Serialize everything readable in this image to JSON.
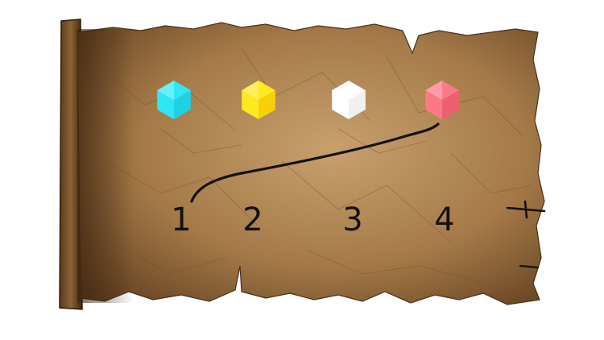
{
  "puzzle": {
    "gems": [
      {
        "color_name": "cyan",
        "fill": "#2fe6f4",
        "shade": "#19c7dc",
        "highlight": "#8ff7ff"
      },
      {
        "color_name": "yellow",
        "fill": "#ffe81f",
        "shade": "#f2c600",
        "highlight": "#fff48a"
      },
      {
        "color_name": "white",
        "fill": "#ffffff",
        "shade": "#e9e9e9",
        "highlight": "#ffffff"
      },
      {
        "color_name": "pink",
        "fill": "#f97a86",
        "shade": "#e85466",
        "highlight": "#ffb2bb"
      }
    ],
    "slot_labels": [
      "1",
      "2",
      "3",
      "4"
    ],
    "ink_color": "#141210",
    "parchment_color": "#a57a48"
  }
}
